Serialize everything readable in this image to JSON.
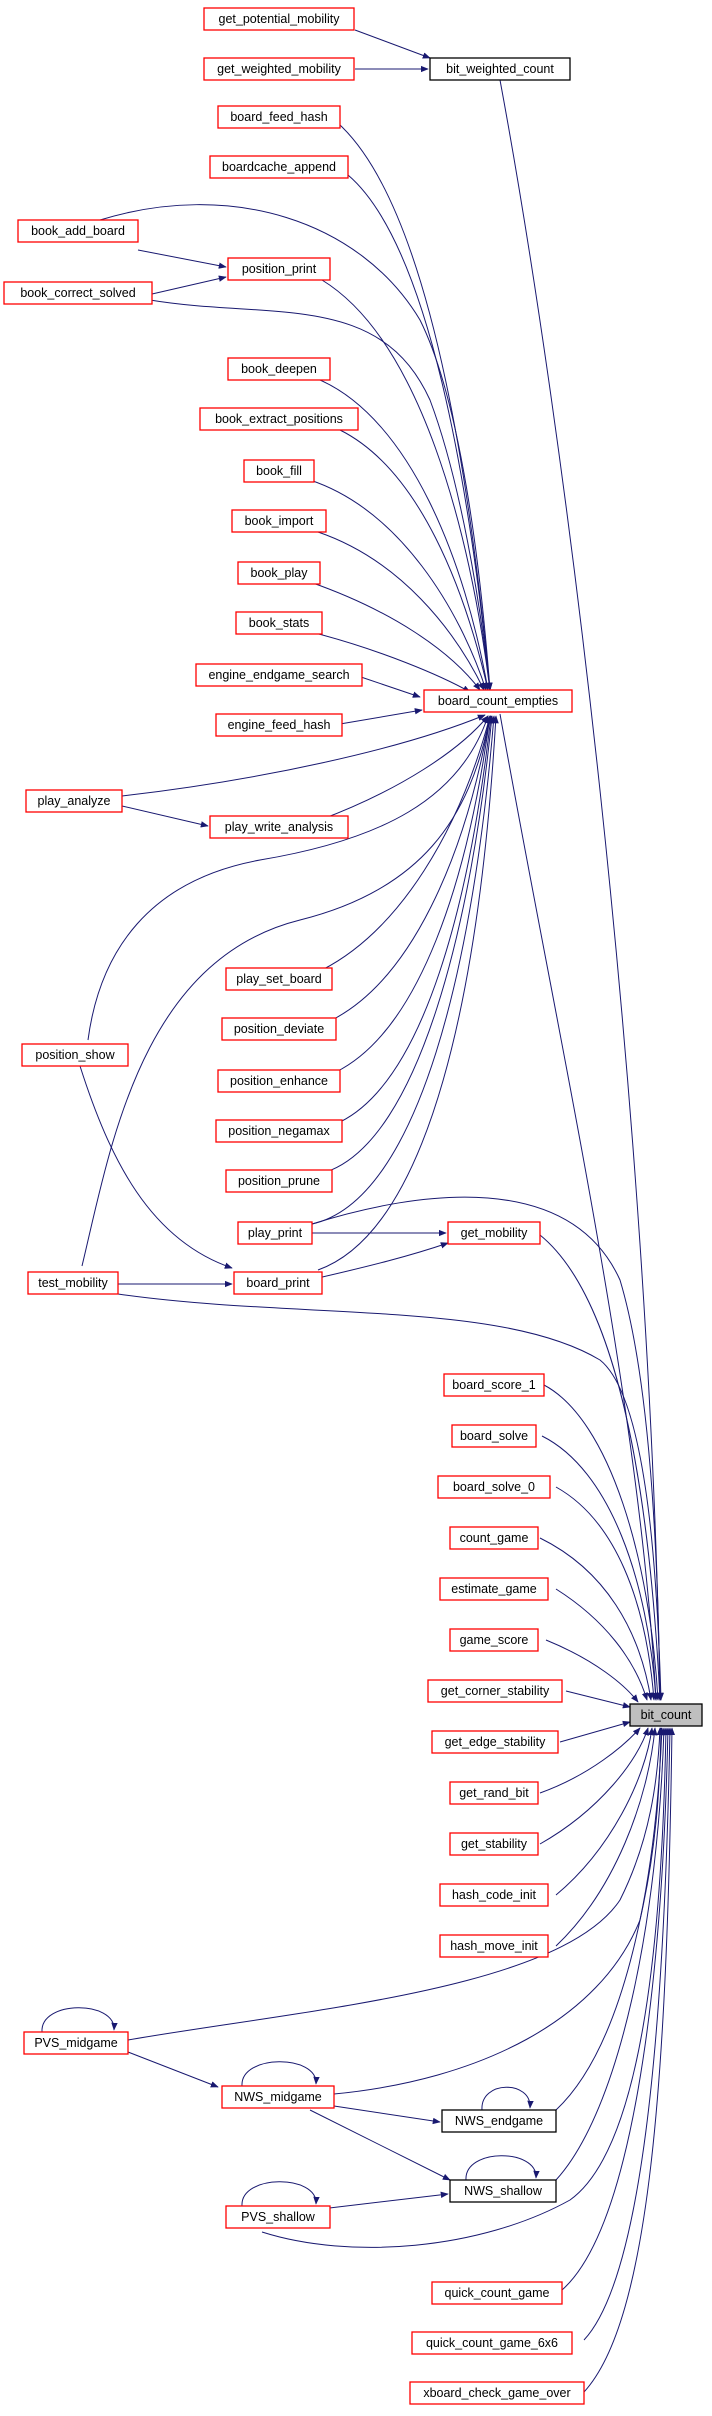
{
  "colors": {
    "edge": "#191970",
    "node_red": "#ff0000",
    "node_black": "#000000",
    "target_fill": "#bfbfbf"
  },
  "nodes": {
    "get_potential_mobility": "get_potential_mobility",
    "get_weighted_mobility": "get_weighted_mobility",
    "bit_weighted_count": "bit_weighted_count",
    "board_feed_hash": "board_feed_hash",
    "boardcache_append": "boardcache_append",
    "book_add_board": "book_add_board",
    "position_print": "position_print",
    "book_correct_solved": "book_correct_solved",
    "book_deepen": "book_deepen",
    "book_extract_positions": "book_extract_positions",
    "book_fill": "book_fill",
    "book_import": "book_import",
    "book_play": "book_play",
    "book_stats": "book_stats",
    "engine_endgame_search": "engine_endgame_search",
    "board_count_empties": "board_count_empties",
    "engine_feed_hash": "engine_feed_hash",
    "play_analyze": "play_analyze",
    "play_write_analysis": "play_write_analysis",
    "play_set_board": "play_set_board",
    "position_deviate": "position_deviate",
    "position_show": "position_show",
    "position_enhance": "position_enhance",
    "position_negamax": "position_negamax",
    "position_prune": "position_prune",
    "play_print": "play_print",
    "get_mobility": "get_mobility",
    "test_mobility": "test_mobility",
    "board_print": "board_print",
    "board_score_1": "board_score_1",
    "board_solve": "board_solve",
    "board_solve_0": "board_solve_0",
    "count_game": "count_game",
    "estimate_game": "estimate_game",
    "game_score": "game_score",
    "get_corner_stability": "get_corner_stability",
    "bit_count": "bit_count",
    "get_edge_stability": "get_edge_stability",
    "get_rand_bit": "get_rand_bit",
    "get_stability": "get_stability",
    "hash_code_init": "hash_code_init",
    "hash_move_init": "hash_move_init",
    "PVS_midgame": "PVS_midgame",
    "NWS_midgame": "NWS_midgame",
    "NWS_endgame": "NWS_endgame",
    "NWS_shallow": "NWS_shallow",
    "PVS_shallow": "PVS_shallow",
    "quick_count_game": "quick_count_game",
    "quick_count_game_6x6": "quick_count_game_6x6",
    "xboard_check_game_over": "xboard_check_game_over"
  }
}
